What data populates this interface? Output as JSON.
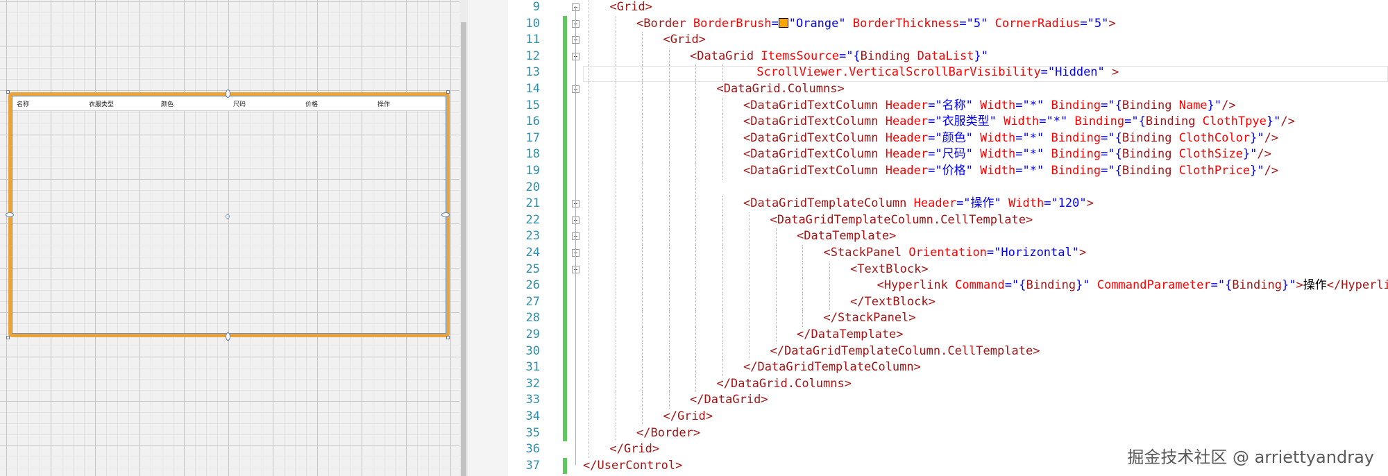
{
  "designer": {
    "columns": [
      "名称",
      "衣服类型",
      "颜色",
      "尺码",
      "价格",
      "操作"
    ]
  },
  "editor": {
    "lines": [
      {
        "n": "9",
        "indent": 1,
        "segs": [
          [
            "t",
            "<Grid>"
          ]
        ]
      },
      {
        "n": "10",
        "indent": 2,
        "segs": [
          [
            "t",
            "<Border "
          ],
          [
            "a",
            "BorderBrush"
          ],
          [
            "p",
            "="
          ],
          [
            "swatch",
            ""
          ],
          [
            "p",
            "\"Orange\" "
          ],
          [
            "a",
            "BorderThickness"
          ],
          [
            "p",
            "=\"5\" "
          ],
          [
            "a",
            "CornerRadius"
          ],
          [
            "p",
            "=\"5\""
          ],
          [
            "t",
            ">"
          ]
        ]
      },
      {
        "n": "11",
        "indent": 3,
        "segs": [
          [
            "t",
            "<Grid>"
          ]
        ]
      },
      {
        "n": "12",
        "indent": 4,
        "segs": [
          [
            "t",
            "<DataGrid "
          ],
          [
            "a",
            "ItemsSource"
          ],
          [
            "p",
            "=\"{"
          ],
          [
            "t",
            "Binding "
          ],
          [
            "a",
            "DataList"
          ],
          [
            "p",
            "}\""
          ]
        ]
      },
      {
        "n": "13",
        "indent": 6.5,
        "segs": [
          [
            "a",
            "ScrollViewer.VerticalScrollBarVisibility"
          ],
          [
            "p",
            "=\"Hidden\" "
          ],
          [
            "t",
            ">"
          ]
        ]
      },
      {
        "n": "14",
        "indent": 5,
        "segs": [
          [
            "t",
            "<DataGrid.Columns>"
          ]
        ]
      },
      {
        "n": "15",
        "indent": 6,
        "segs": [
          [
            "t",
            "<DataGridTextColumn "
          ],
          [
            "a",
            "Header"
          ],
          [
            "p",
            "=\"名称\" "
          ],
          [
            "a",
            "Width"
          ],
          [
            "p",
            "=\"*\" "
          ],
          [
            "a",
            "Binding"
          ],
          [
            "p",
            "=\"{"
          ],
          [
            "t",
            "Binding "
          ],
          [
            "a",
            "Name"
          ],
          [
            "p",
            "}\""
          ],
          [
            "t",
            "/>"
          ]
        ]
      },
      {
        "n": "16",
        "indent": 6,
        "segs": [
          [
            "t",
            "<DataGridTextColumn "
          ],
          [
            "a",
            "Header"
          ],
          [
            "p",
            "=\"衣服类型\" "
          ],
          [
            "a",
            "Width"
          ],
          [
            "p",
            "=\"*\" "
          ],
          [
            "a",
            "Binding"
          ],
          [
            "p",
            "=\"{"
          ],
          [
            "t",
            "Binding "
          ],
          [
            "a",
            "ClothTpye"
          ],
          [
            "p",
            "}\""
          ],
          [
            "t",
            "/>"
          ]
        ]
      },
      {
        "n": "17",
        "indent": 6,
        "segs": [
          [
            "t",
            "<DataGridTextColumn "
          ],
          [
            "a",
            "Header"
          ],
          [
            "p",
            "=\"颜色\" "
          ],
          [
            "a",
            "Width"
          ],
          [
            "p",
            "=\"*\" "
          ],
          [
            "a",
            "Binding"
          ],
          [
            "p",
            "=\"{"
          ],
          [
            "t",
            "Binding "
          ],
          [
            "a",
            "ClothColor"
          ],
          [
            "p",
            "}\""
          ],
          [
            "t",
            "/>"
          ]
        ]
      },
      {
        "n": "18",
        "indent": 6,
        "segs": [
          [
            "t",
            "<DataGridTextColumn "
          ],
          [
            "a",
            "Header"
          ],
          [
            "p",
            "=\"尺码\" "
          ],
          [
            "a",
            "Width"
          ],
          [
            "p",
            "=\"*\" "
          ],
          [
            "a",
            "Binding"
          ],
          [
            "p",
            "=\"{"
          ],
          [
            "t",
            "Binding "
          ],
          [
            "a",
            "ClothSize"
          ],
          [
            "p",
            "}\""
          ],
          [
            "t",
            "/>"
          ]
        ]
      },
      {
        "n": "19",
        "indent": 6,
        "segs": [
          [
            "t",
            "<DataGridTextColumn "
          ],
          [
            "a",
            "Header"
          ],
          [
            "p",
            "=\"价格\" "
          ],
          [
            "a",
            "Width"
          ],
          [
            "p",
            "=\"*\" "
          ],
          [
            "a",
            "Binding"
          ],
          [
            "p",
            "=\"{"
          ],
          [
            "t",
            "Binding "
          ],
          [
            "a",
            "ClothPrice"
          ],
          [
            "p",
            "}\""
          ],
          [
            "t",
            "/>"
          ]
        ]
      },
      {
        "n": "20",
        "indent": 6,
        "segs": []
      },
      {
        "n": "21",
        "indent": 6,
        "segs": [
          [
            "t",
            "<DataGridTemplateColumn "
          ],
          [
            "a",
            "Header"
          ],
          [
            "p",
            "=\"操作\" "
          ],
          [
            "a",
            "Width"
          ],
          [
            "p",
            "=\"120\""
          ],
          [
            "t",
            ">"
          ]
        ]
      },
      {
        "n": "22",
        "indent": 7,
        "segs": [
          [
            "t",
            "<DataGridTemplateColumn.CellTemplate>"
          ]
        ]
      },
      {
        "n": "23",
        "indent": 8,
        "segs": [
          [
            "t",
            "<DataTemplate>"
          ]
        ]
      },
      {
        "n": "24",
        "indent": 9,
        "segs": [
          [
            "t",
            "<StackPanel "
          ],
          [
            "a",
            "Orientation"
          ],
          [
            "p",
            "=\"Horizontal\""
          ],
          [
            "t",
            ">"
          ]
        ]
      },
      {
        "n": "25",
        "indent": 10,
        "segs": [
          [
            "t",
            "<TextBlock>"
          ]
        ]
      },
      {
        "n": "26",
        "indent": 11,
        "segs": [
          [
            "t",
            "<Hyperlink "
          ],
          [
            "a",
            "Command"
          ],
          [
            "p",
            "=\"{"
          ],
          [
            "t",
            "Binding"
          ],
          [
            "p",
            "}\" "
          ],
          [
            "a",
            "CommandParameter"
          ],
          [
            "p",
            "=\"{"
          ],
          [
            "t",
            "Binding"
          ],
          [
            "p",
            "}\""
          ],
          [
            "t",
            ">"
          ],
          [
            "txt",
            "操作"
          ],
          [
            "t",
            "</Hyperlink>"
          ]
        ]
      },
      {
        "n": "27",
        "indent": 10,
        "segs": [
          [
            "t",
            "</TextBlock>"
          ]
        ]
      },
      {
        "n": "28",
        "indent": 9,
        "segs": [
          [
            "t",
            "</StackPanel>"
          ]
        ]
      },
      {
        "n": "29",
        "indent": 8,
        "segs": [
          [
            "t",
            "</DataTemplate>"
          ]
        ]
      },
      {
        "n": "30",
        "indent": 7,
        "segs": [
          [
            "t",
            "</DataGridTemplateColumn.CellTemplate>"
          ]
        ]
      },
      {
        "n": "31",
        "indent": 6,
        "segs": [
          [
            "t",
            "</DataGridTemplateColumn>"
          ]
        ]
      },
      {
        "n": "32",
        "indent": 5,
        "segs": [
          [
            "t",
            "</DataGrid.Columns>"
          ]
        ]
      },
      {
        "n": "33",
        "indent": 4,
        "segs": [
          [
            "t",
            "</DataGrid>"
          ]
        ]
      },
      {
        "n": "34",
        "indent": 3,
        "segs": [
          [
            "t",
            "</Grid>"
          ]
        ]
      },
      {
        "n": "35",
        "indent": 2,
        "segs": [
          [
            "t",
            "</Border>"
          ]
        ]
      },
      {
        "n": "36",
        "indent": 1,
        "segs": [
          [
            "t",
            "</Grid>"
          ]
        ]
      },
      {
        "n": "37",
        "indent": 0,
        "segs": [
          [
            "t",
            "</UserControl>"
          ]
        ]
      }
    ]
  },
  "watermark": "掘金技术社区 @ arriettyandray"
}
